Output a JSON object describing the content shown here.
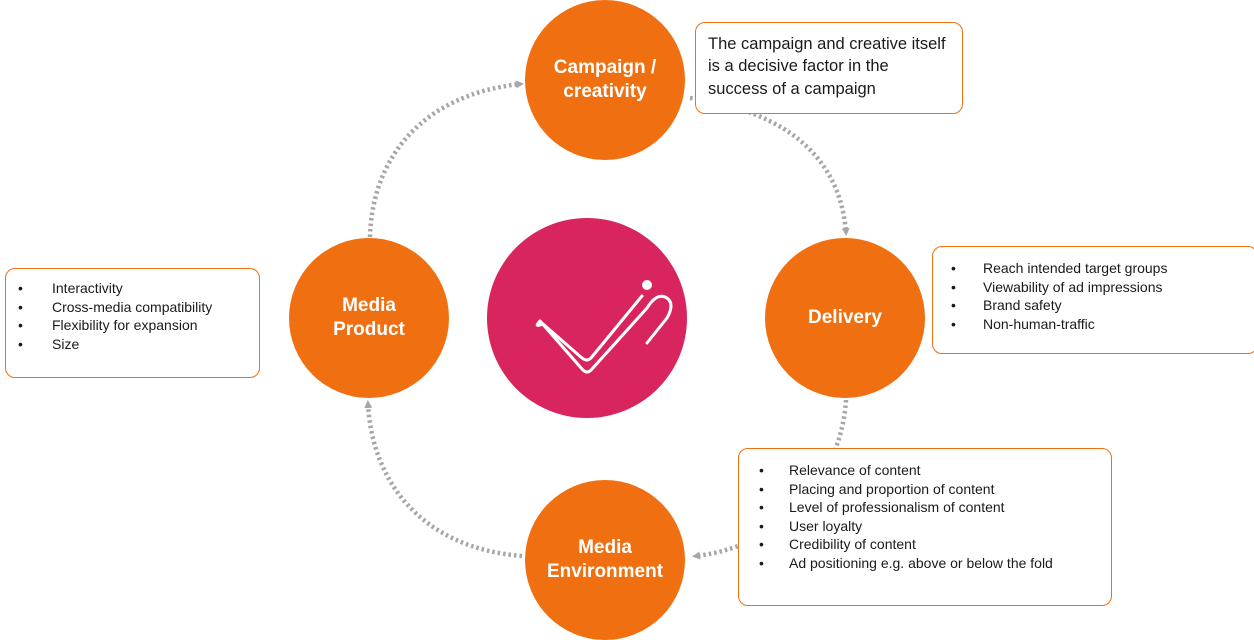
{
  "nodes": {
    "campaign": {
      "line1": "Campaign /",
      "line2": "creativity"
    },
    "delivery": {
      "line1": "Delivery"
    },
    "environment": {
      "line1": "Media",
      "line2": "Environment"
    },
    "product": {
      "line1": "Media",
      "line2": "Product"
    }
  },
  "boxes": {
    "campaign_text": "The campaign and creative itself is a decisive factor in the success of a campaign",
    "delivery_items": [
      "Reach intended target groups",
      "Viewability of ad impressions",
      "Brand safety",
      "Non-human-traffic"
    ],
    "environment_items": [
      "Relevance of content",
      "Placing and proportion of content",
      "Level of professionalism of content",
      "User loyalty",
      "Credibility of content",
      "Ad positioning e.g. above or below the fold"
    ],
    "product_items": [
      "Interactivity",
      "Cross-media compatibility",
      "Flexibility for expansion",
      "Size"
    ]
  },
  "center_icon": "checkmark-icon",
  "colors": {
    "node_fill": "#f07011",
    "center_fill": "#d8255d",
    "box_border": "#f07011",
    "connector": "#a6a6a6"
  }
}
